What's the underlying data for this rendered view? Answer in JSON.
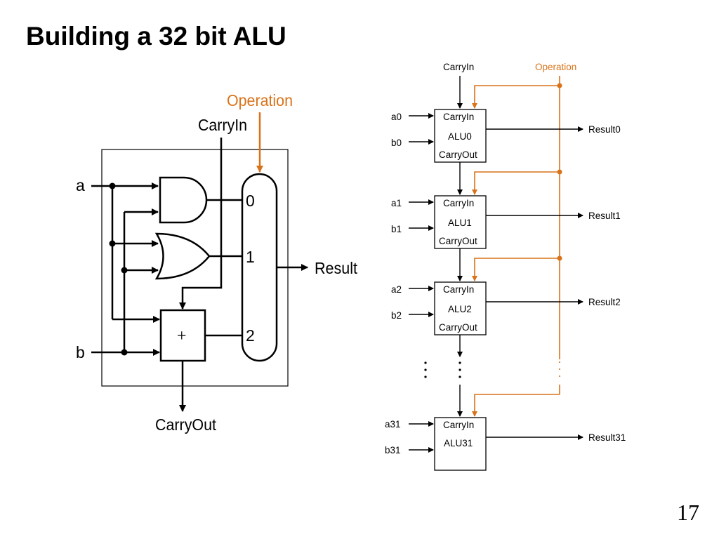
{
  "slide": {
    "title": "Building a 32 bit ALU",
    "page_number": "17"
  },
  "one_bit_alu": {
    "input_a": "a",
    "input_b": "b",
    "carry_in": "CarryIn",
    "operation": "Operation",
    "carry_out": "CarryOut",
    "result": "Result",
    "adder_symbol": "+",
    "mux_inputs": [
      "0",
      "1",
      "2"
    ]
  },
  "ripple_alu": {
    "carry_in": "CarryIn",
    "operation": "Operation",
    "stages": [
      {
        "a": "a0",
        "b": "b0",
        "name": "ALU0",
        "carry_in": "CarryIn",
        "carry_out": "CarryOut",
        "result": "Result0"
      },
      {
        "a": "a1",
        "b": "b1",
        "name": "ALU1",
        "carry_in": "CarryIn",
        "carry_out": "CarryOut",
        "result": "Result1"
      },
      {
        "a": "a2",
        "b": "b2",
        "name": "ALU2",
        "carry_in": "CarryIn",
        "carry_out": "CarryOut",
        "result": "Result2"
      },
      {
        "a": "a31",
        "b": "b31",
        "name": "ALU31",
        "carry_in": "CarryIn",
        "result": "Result31"
      }
    ]
  },
  "colors": {
    "operation": "#d9731a",
    "wire": "#000000"
  }
}
